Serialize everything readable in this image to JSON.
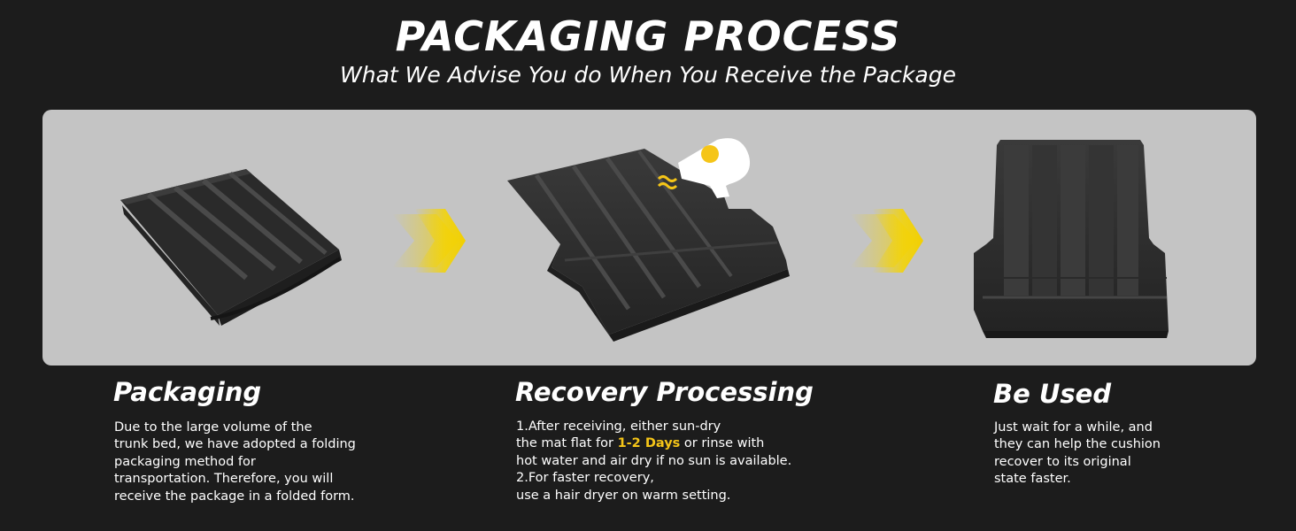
{
  "header": {
    "title": "PACKAGING PROCESS",
    "subtitle": "What We Advise You do When You Receive the Package"
  },
  "colors": {
    "background": "#1c1c1c",
    "panel": "#c4c4c4",
    "accent_yellow": "#f5c518",
    "mat": "#2e2e2e"
  },
  "steps": [
    {
      "title": "Packaging",
      "lines": [
        "Due to the large volume of the",
        "trunk bed, we have adopted a folding",
        "packaging method for",
        "transportation. Therefore, you will",
        "receive the package in a folded form."
      ]
    },
    {
      "title": "Recovery Processing",
      "line1": "1.After receiving, either sun-dry",
      "line2_before": "the mat flat for ",
      "line2_highlight": "1-2 Days",
      "line2_after": " or rinse with",
      "line3": "hot water and air dry if no sun is available.",
      "line4": "2.For faster recovery,",
      "line5": "use a hair dryer on warm setting."
    },
    {
      "title": "Be Used",
      "lines": [
        "Just wait for a while, and",
        "they can help the cushion",
        "recover to its original",
        "state faster."
      ]
    }
  ],
  "icons": [
    "folded-mat-image",
    "arrow-right-icon",
    "unfolded-mat-image",
    "hair-dryer-icon",
    "flat-mat-image"
  ]
}
